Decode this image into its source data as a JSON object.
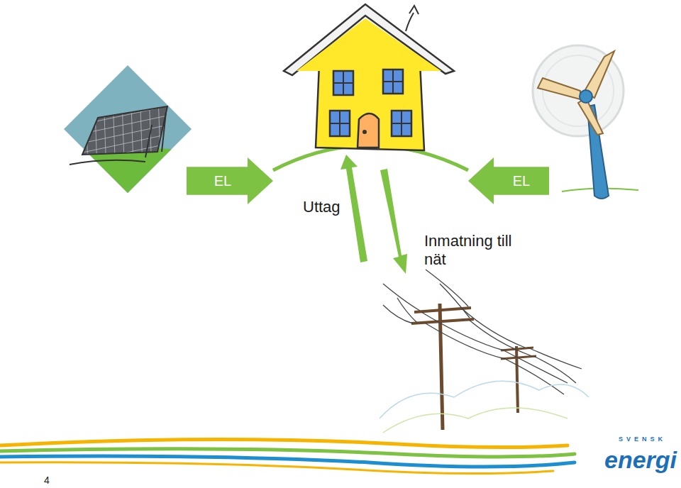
{
  "diagram": {
    "nodes": [
      {
        "text": [
          "EL"
        ]
      },
      {
        "text": [
          "EL"
        ]
      }
    ],
    "labels": [
      "Uttag",
      "Inmatning till nät",
      "4",
      "SVENSK",
      "energi"
    ]
  }
}
